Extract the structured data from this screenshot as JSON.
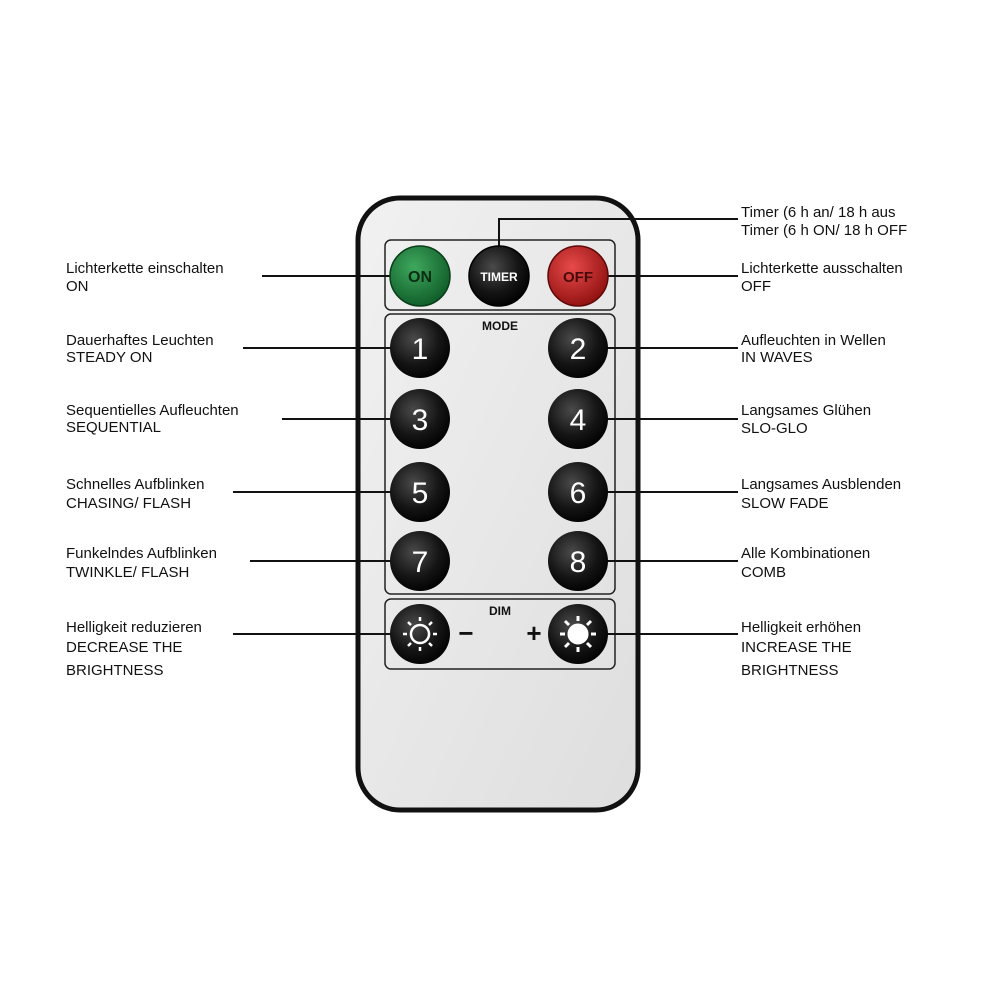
{
  "remote": {
    "power_row": {
      "on": "ON",
      "timer": "TIMER",
      "off": "OFF"
    },
    "mode_title": "MODE",
    "mode_buttons": [
      "1",
      "2",
      "3",
      "4",
      "5",
      "6",
      "7",
      "8"
    ],
    "dim_title": "DIM",
    "dim_minus": "−",
    "dim_plus": "+",
    "colors": {
      "on_button": "#1f7a3a",
      "off_button": "#c41e1e",
      "dark_button": "#1a1a1a",
      "body": "#e9e9e9"
    }
  },
  "labels": {
    "timer": [
      "Timer (6 h an/ 18 h aus",
      "Timer (6 h ON/ 18 h OFF"
    ],
    "on": [
      "Lichterkette einschalten",
      "ON"
    ],
    "off": [
      "Lichterkette ausschalten",
      "OFF"
    ],
    "b1": [
      "Dauerhaftes Leuchten",
      "STEADY ON"
    ],
    "b2": [
      "Aufleuchten in Wellen",
      "IN WAVES"
    ],
    "b3": [
      "Sequentielles Aufleuchten",
      "SEQUENTIAL"
    ],
    "b4": [
      "Langsames Glühen",
      "SLO-GLO"
    ],
    "b5": [
      "Schnelles Aufblinken",
      "CHASING/ FLASH"
    ],
    "b6": [
      "Langsames Ausblenden",
      "SLOW FADE"
    ],
    "b7": [
      "Funkelndes Aufblinken",
      "TWINKLE/ FLASH"
    ],
    "b8": [
      "Alle Kombinationen",
      "COMB"
    ],
    "dim_down": [
      "Helligkeit reduzieren",
      "DECREASE THE",
      "BRIGHTNESS"
    ],
    "dim_up": [
      "Helligkeit erhöhen",
      "INCREASE THE",
      "BRIGHTNESS"
    ]
  }
}
